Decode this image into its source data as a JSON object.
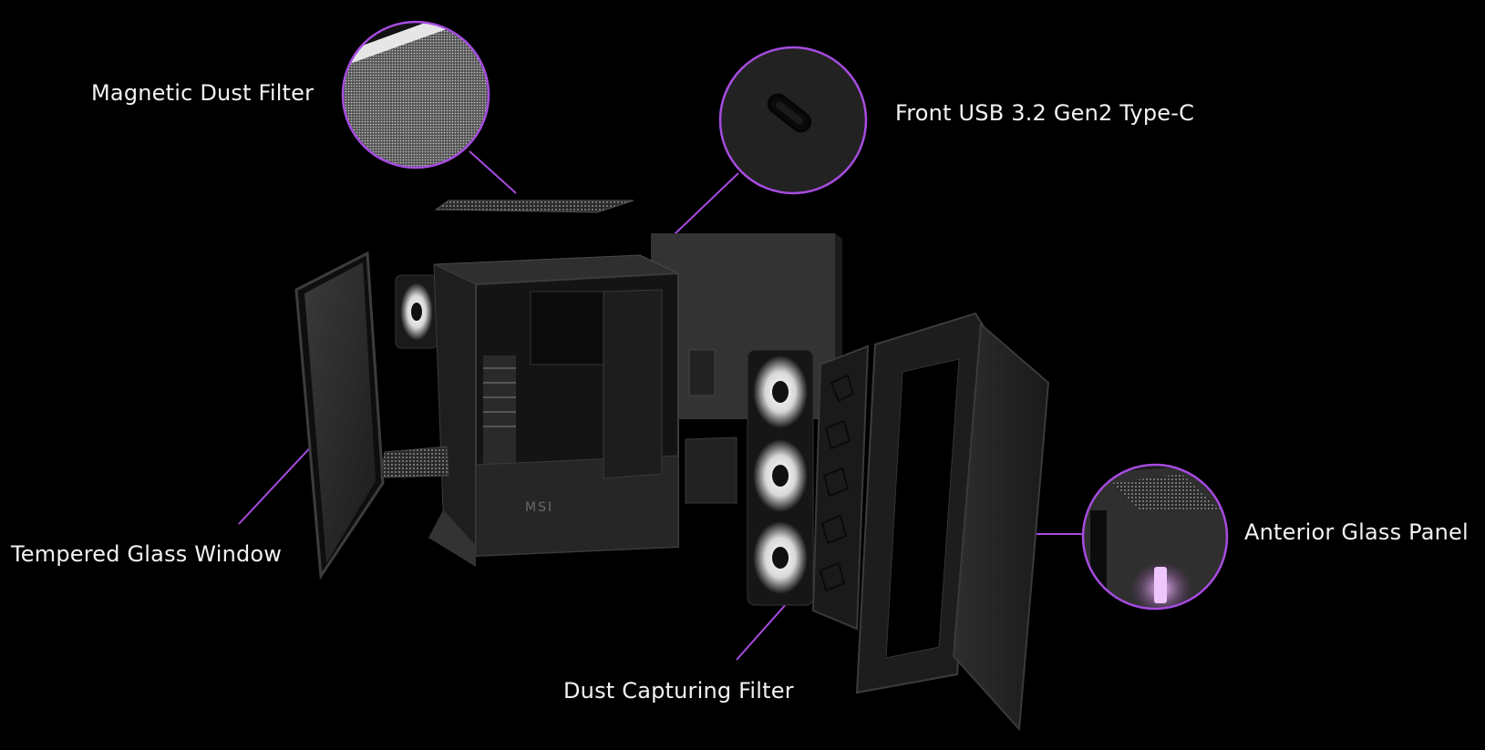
{
  "accent_color": "#a64ce0",
  "product_logo_text": "MSI",
  "labels": {
    "magnetic_dust_filter": "Magnetic Dust Filter",
    "front_usb": "Front USB 3.2 Gen2 Type-C",
    "tempered_glass_window": "Tempered Glass Window",
    "anterior_glass_panel": "Anterior Glass Panel",
    "dust_capturing_filter": "Dust Capturing Filter"
  }
}
